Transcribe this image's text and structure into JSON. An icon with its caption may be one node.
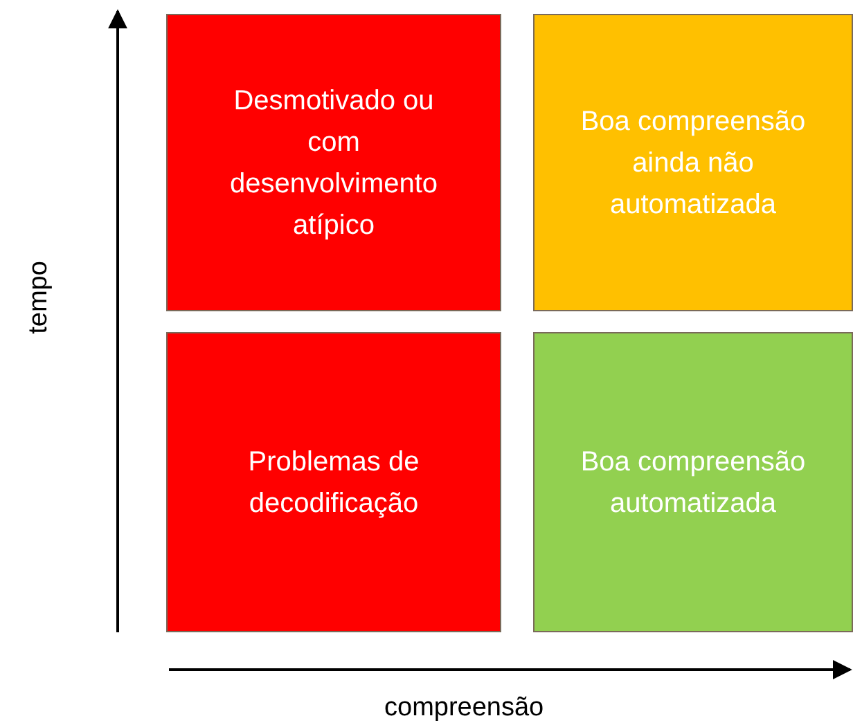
{
  "diagram": {
    "nodes": [
      {
        "text": [
          "Desmotivado ou com desenvolvimento atípico"
        ]
      },
      {
        "text": [
          "Boa compreensão ainda não automatizada"
        ]
      },
      {
        "text": [
          "Problemas de decodificação"
        ]
      },
      {
        "text": [
          "Boa compreensão automatizada"
        ]
      }
    ],
    "labels": [
      "tempo",
      "compreensão"
    ]
  }
}
